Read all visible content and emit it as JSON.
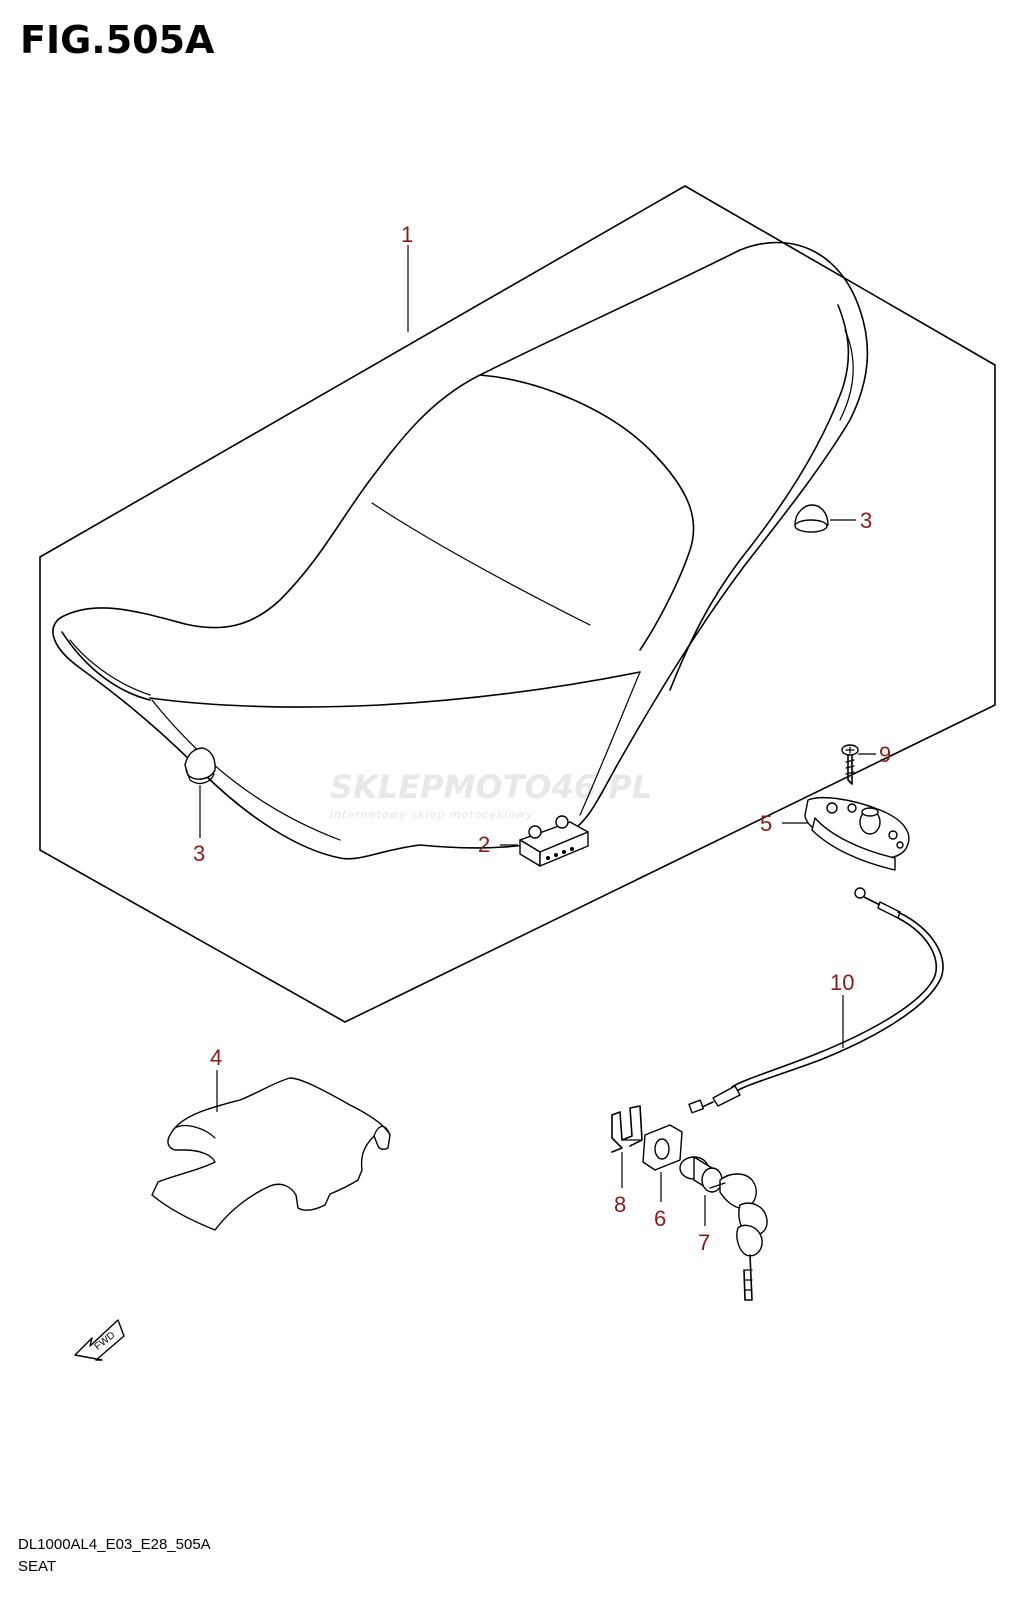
{
  "figure": {
    "title": "FIG.505A",
    "code": "DL1000AL4_E03_E28_505A",
    "name": "SEAT"
  },
  "watermark": {
    "brand": "SKLEPMOTO46.PL",
    "tagline": "internetowy sklep motocyklowy"
  },
  "fwd_arrow": {
    "label": "FWD"
  },
  "callouts": [
    "1",
    "2",
    "3",
    "3",
    "4",
    "5",
    "6",
    "7",
    "8",
    "9",
    "10"
  ],
  "colors": {
    "callout": "#8b1a1a",
    "line": "#000000",
    "watermark": "#e4e4e4"
  }
}
